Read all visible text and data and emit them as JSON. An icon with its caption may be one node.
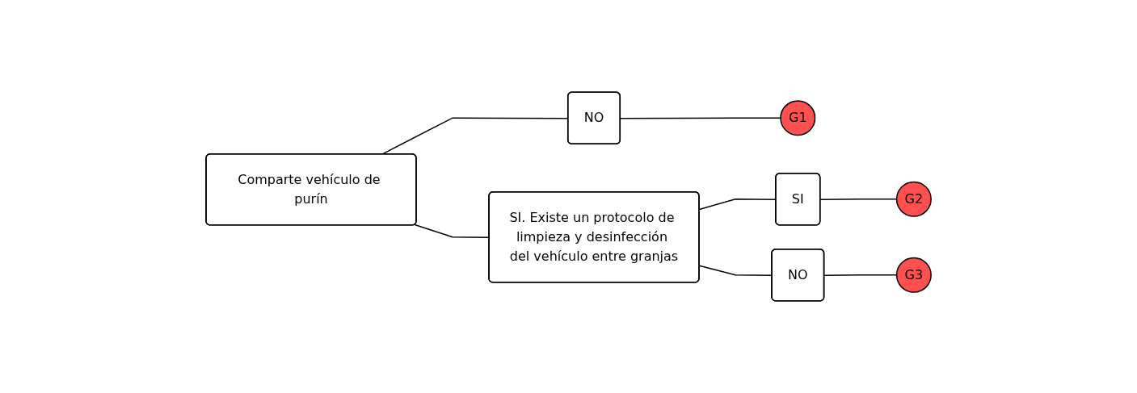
{
  "diagram": {
    "nodes": [
      {
        "text": [
          "Comparte vehículo de purín"
        ]
      },
      {
        "text": [
          "NO"
        ]
      },
      {
        "text": [
          "SI. Existe un protocolo de limpieza y desinfección del vehículo entre granjas"
        ]
      },
      {
        "text": [
          "G1"
        ]
      },
      {
        "text": [
          "SI"
        ]
      },
      {
        "text": [
          "NO"
        ]
      },
      {
        "text": [
          "G2"
        ]
      },
      {
        "text": [
          "G3"
        ]
      }
    ],
    "edges": [
      {
        "from": 0,
        "to": 1,
        "arrow": "none"
      },
      {
        "from": 0,
        "to": 2,
        "arrow": "none"
      },
      {
        "from": 1,
        "to": 3,
        "arrow": "none"
      },
      {
        "from": 2,
        "to": 4,
        "arrow": "none"
      },
      {
        "from": 2,
        "to": 5,
        "arrow": "none"
      },
      {
        "from": 4,
        "to": 6,
        "arrow": "none"
      },
      {
        "from": 5,
        "to": 7,
        "arrow": "none"
      }
    ]
  }
}
